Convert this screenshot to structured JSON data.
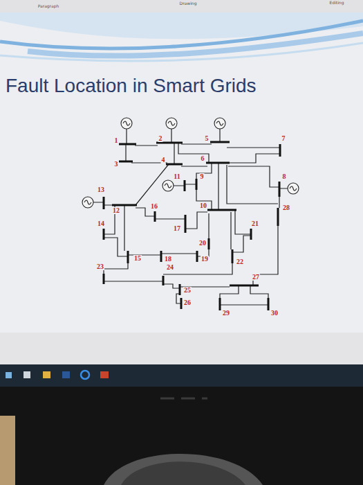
{
  "diagram": {
    "title": "Fault Location in Smart Grids",
    "labels": [
      "Paragraph",
      "Drawing",
      "Editing",
      "1",
      "2",
      "5",
      "7",
      "3",
      "4",
      "6",
      "11",
      "9",
      "8",
      "13",
      "12",
      "16",
      "10",
      "28",
      "14",
      "17",
      "21",
      "20",
      "15",
      "18",
      "19",
      "22",
      "23",
      "24",
      "27",
      "25",
      "26",
      "29",
      "30"
    ]
  }
}
